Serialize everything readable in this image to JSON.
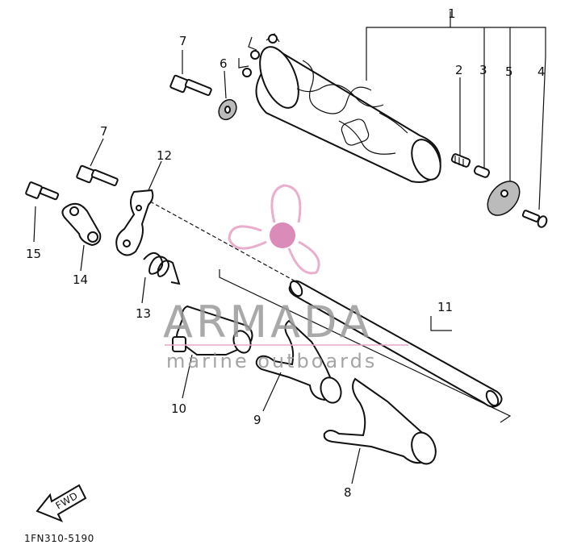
{
  "diagram": {
    "code": "1FN310-5190",
    "fwd_label": "FWD",
    "callouts": [
      "1",
      "2",
      "3",
      "4",
      "5",
      "6",
      "7",
      "7",
      "8",
      "9",
      "10",
      "11",
      "12",
      "13",
      "14",
      "15"
    ]
  },
  "watermark": {
    "title": "ARMADA",
    "subtitle": "marine outboards",
    "colors": {
      "pink": "#e8a6c8",
      "pink_dark": "#d77fb0",
      "gray": "#9a9a9a"
    }
  }
}
